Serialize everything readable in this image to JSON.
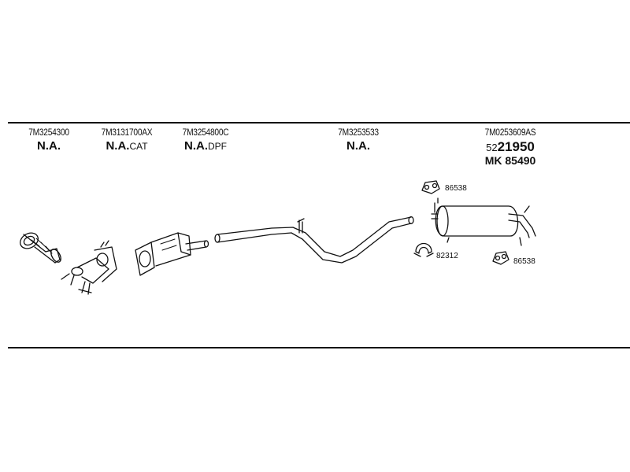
{
  "columns": [
    {
      "part_no": "7M3254300",
      "status": "N.A.",
      "suffix": ""
    },
    {
      "part_no": "7M3131700AX",
      "status": "N.A.",
      "suffix": "CAT"
    },
    {
      "part_no": "7M3254800C",
      "status": "N.A.",
      "suffix": "DPF"
    },
    {
      "part_no": "7M3253533",
      "status": "N.A.",
      "suffix": ""
    },
    {
      "part_no": "7M0253609AS",
      "ref1_prefix": "52",
      "ref1_number": "21950",
      "ref2": "MK 85490"
    }
  ],
  "hardware": [
    {
      "code": "86538"
    },
    {
      "code": "82312"
    },
    {
      "code": "86538"
    }
  ]
}
